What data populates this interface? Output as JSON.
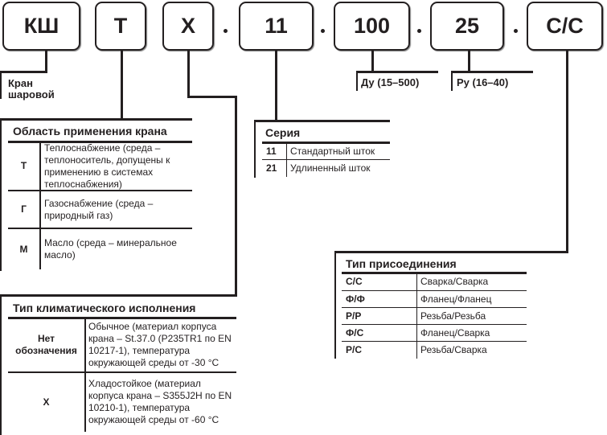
{
  "code_parts": [
    "КШ",
    "Т",
    "Х",
    "11",
    "100",
    "25",
    "С/С"
  ],
  "separator": ".",
  "kran": {
    "line1": "Кран",
    "line2": "шаровой"
  },
  "du": "Ду (15–500)",
  "ru": "Ру (16–40)",
  "application": {
    "title": "Область применения крана",
    "rows": [
      {
        "code": "Т",
        "desc": "Теплоснабжение (среда – теплоноситель, допущены к применению в системах теплоснабжения)"
      },
      {
        "code": "Г",
        "desc": "Газоснабжение (среда – природный газ)"
      },
      {
        "code": "М",
        "desc": "Масло (среда – минеральное масло)"
      }
    ]
  },
  "climate": {
    "title": "Тип климатического исполнения",
    "rows": [
      {
        "code": "Нет обозначения",
        "desc": "Обычное (материал корпуса крана – St.37.0 (P235TR1 по EN 10217-1), температура окружающей среды от -30 °C"
      },
      {
        "code": "Х",
        "desc": "Хладостойкое (материал корпуса крана – S355J2H по EN 10210-1), температура окружающей среды от -60 °C"
      }
    ]
  },
  "series": {
    "title": "Серия",
    "rows": [
      {
        "code": "11",
        "desc": "Стандартный шток"
      },
      {
        "code": "21",
        "desc": "Удлиненный шток"
      }
    ]
  },
  "connection": {
    "title": "Тип присоединения",
    "rows": [
      {
        "code": "С/С",
        "desc": "Сварка/Сварка"
      },
      {
        "code": "Ф/Ф",
        "desc": "Фланец/Фланец"
      },
      {
        "code": "Р/Р",
        "desc": "Резьба/Резьба"
      },
      {
        "code": "Ф/С",
        "desc": "Фланец/Сварка"
      },
      {
        "code": "Р/С",
        "desc": "Резьба/Сварка"
      }
    ]
  }
}
